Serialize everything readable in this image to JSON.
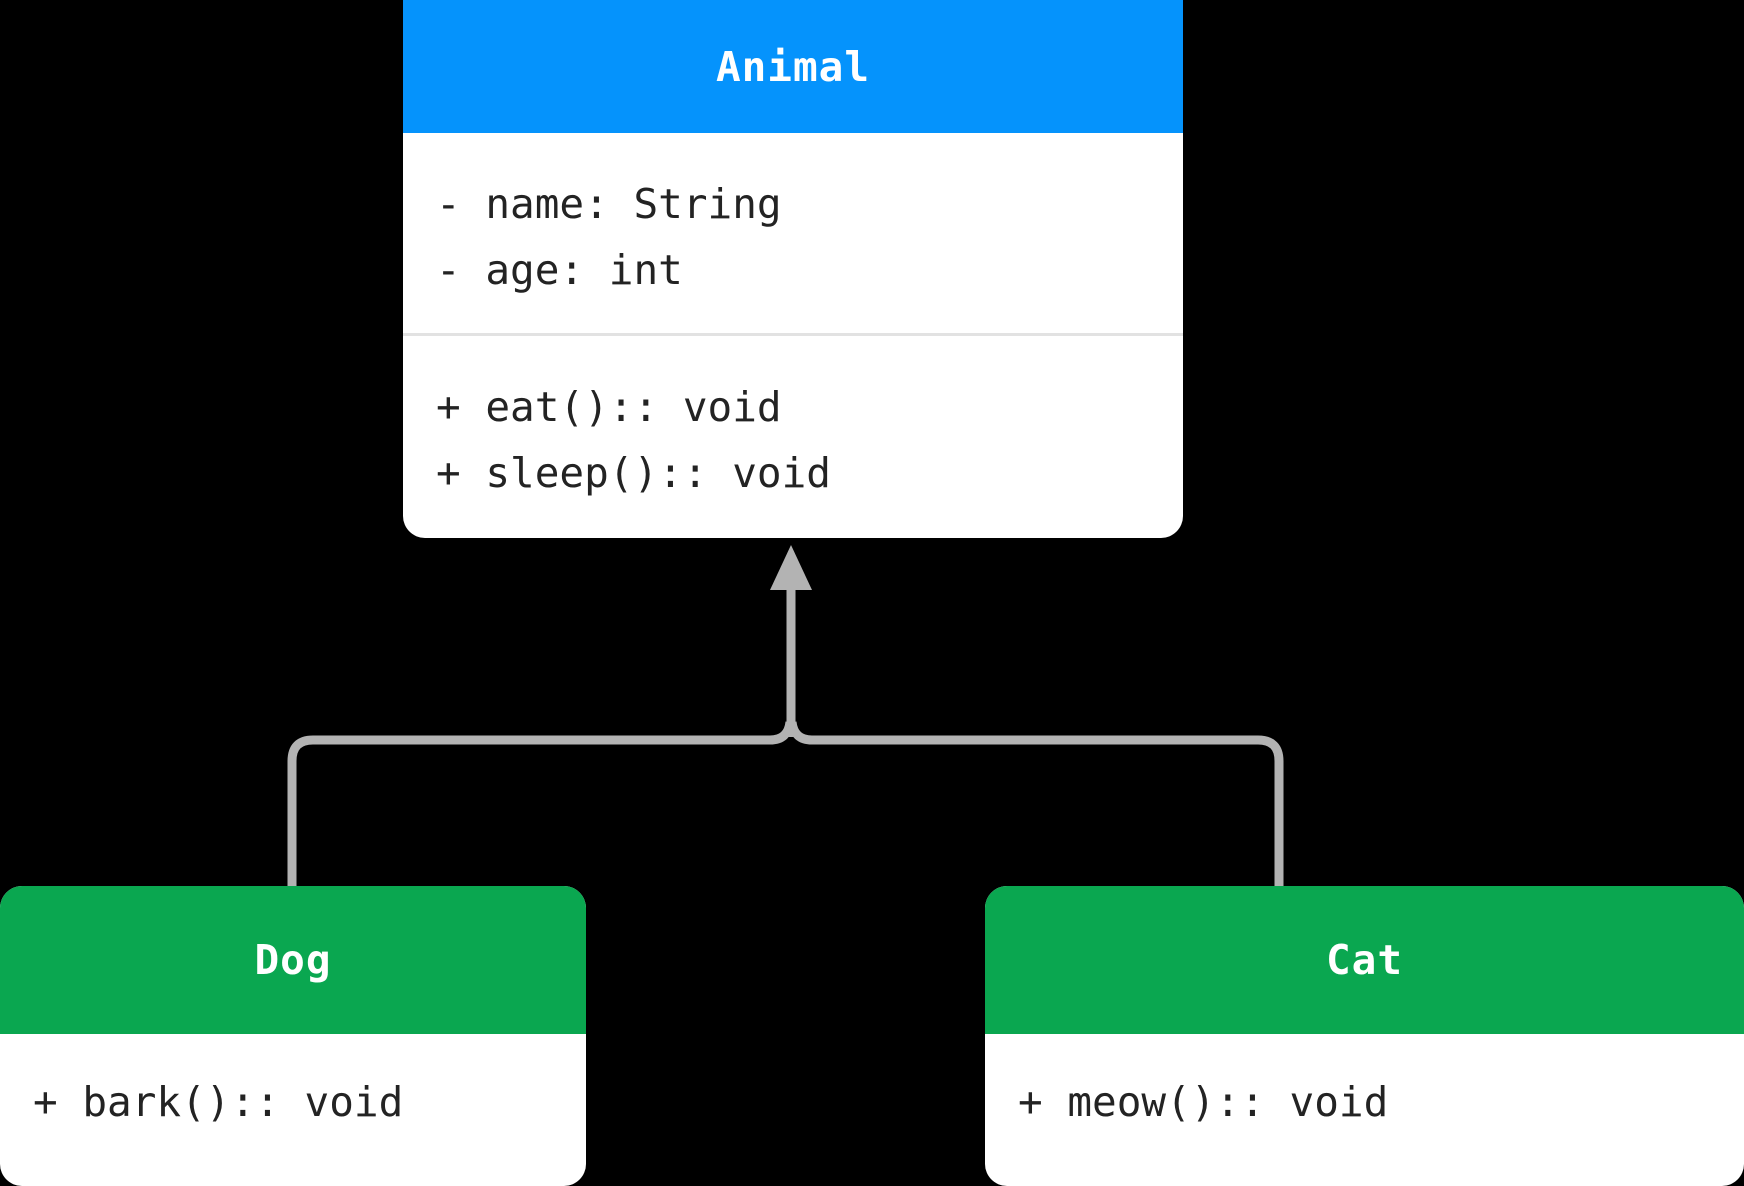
{
  "diagram": {
    "type": "uml-class-diagram",
    "background_color": "#000000",
    "relationship": "inheritance",
    "connector_color": "#b3b3b3"
  },
  "classes": {
    "parent": {
      "name": "Animal",
      "header_color": "#0593fc",
      "body_color": "#ffffff",
      "attributes": [
        "- name: String",
        "- age: int"
      ],
      "methods": [
        "+ eat():: void",
        "+ sleep():: void"
      ]
    },
    "child_left": {
      "name": "Dog",
      "header_color": "#0aa750",
      "body_color": "#ffffff",
      "methods": [
        "+ bark():: void"
      ]
    },
    "child_right": {
      "name": "Cat",
      "header_color": "#0aa750",
      "body_color": "#ffffff",
      "methods": [
        "+ meow():: void"
      ]
    }
  }
}
